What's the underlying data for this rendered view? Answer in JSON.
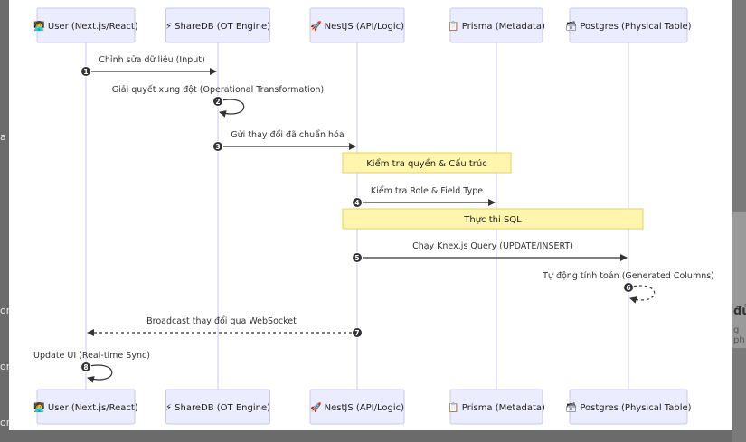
{
  "background_fragments": {
    "left": [
      "a",
      "or",
      "or",
      "or"
    ],
    "right": [
      "đủ",
      "g ph"
    ]
  },
  "participants": [
    {
      "id": "user",
      "icon": "👩‍💻",
      "label": "User (Next.js/React)"
    },
    {
      "id": "sharedb",
      "icon": "⚡",
      "label": "ShareDB (OT Engine)"
    },
    {
      "id": "nestjs",
      "icon": "🚀",
      "label": "NestJS (API/Logic)"
    },
    {
      "id": "prisma",
      "icon": "📋",
      "label": "Prisma (Metadata)"
    },
    {
      "id": "postgres",
      "icon": "🗃",
      "label": "Postgres (Physical Table)"
    }
  ],
  "messages": [
    {
      "num": "1",
      "from": "user",
      "to": "sharedb",
      "label": "Chỉnh sửa dữ liệu (Input)",
      "style": "solid"
    },
    {
      "num": "2",
      "from": "sharedb",
      "to": "sharedb",
      "label": "Giải quyết xung đột (Operational Transformation)",
      "style": "solid"
    },
    {
      "num": "3",
      "from": "sharedb",
      "to": "nestjs",
      "label": "Gửi thay đổi đã chuẩn hóa",
      "style": "solid"
    },
    {
      "num": "4",
      "from": "nestjs",
      "to": "prisma",
      "label": "Kiểm tra Role & Field Type",
      "style": "solid"
    },
    {
      "num": "5",
      "from": "nestjs",
      "to": "postgres",
      "label": "Chạy Knex.js Query (UPDATE/INSERT)",
      "style": "solid"
    },
    {
      "num": "6",
      "from": "postgres",
      "to": "postgres",
      "label": "Tự động tính toán (Generated Columns)",
      "style": "dashed"
    },
    {
      "num": "7",
      "from": "nestjs",
      "to": "user",
      "label": "Broadcast thay đổi qua WebSocket",
      "style": "dashed"
    },
    {
      "num": "8",
      "from": "user",
      "to": "user",
      "label": "Update UI (Real-time Sync)",
      "style": "solid"
    }
  ],
  "notes": [
    {
      "over": [
        "nestjs",
        "prisma"
      ],
      "text": "Kiểm tra quyền & Cấu trúc"
    },
    {
      "over": [
        "nestjs",
        "postgres"
      ],
      "text": "Thực thi SQL"
    }
  ],
  "colors": {
    "actor_fill": "#ECECFF",
    "actor_stroke": "#c8c8f0",
    "lifeline": "#c9c9f2",
    "note_fill": "#fff5ad",
    "note_stroke": "#e6d35a",
    "arrow": "#333333",
    "badge": "#333333"
  }
}
